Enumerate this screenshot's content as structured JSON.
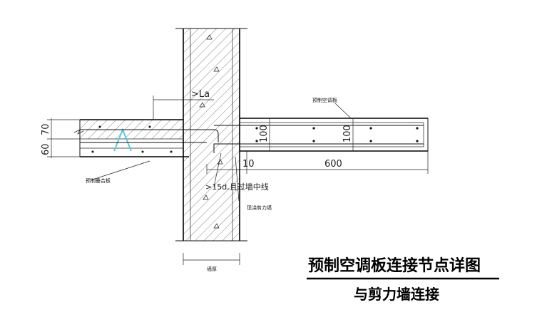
{
  "labels": {
    "lap_length": ">La",
    "anchor_length": ">15d,且过墙中线",
    "panel_label": "预制空调板",
    "slab_label": "预制叠合板",
    "cast_wall_label": "现浇剪力墙",
    "wall_thickness_label": "墙厚"
  },
  "dimensions": {
    "left_top": "70",
    "left_bottom": "60",
    "panel_thk_a": "100",
    "panel_thk_b": "100",
    "gap": "10",
    "panel_length": "600"
  },
  "title": {
    "line1": "预制空调板连接节点详图",
    "line2": "与剪力墙连接"
  },
  "colors": {
    "line": "#111111",
    "truss_bar": "#5ec8e0",
    "background": "#ffffff"
  }
}
